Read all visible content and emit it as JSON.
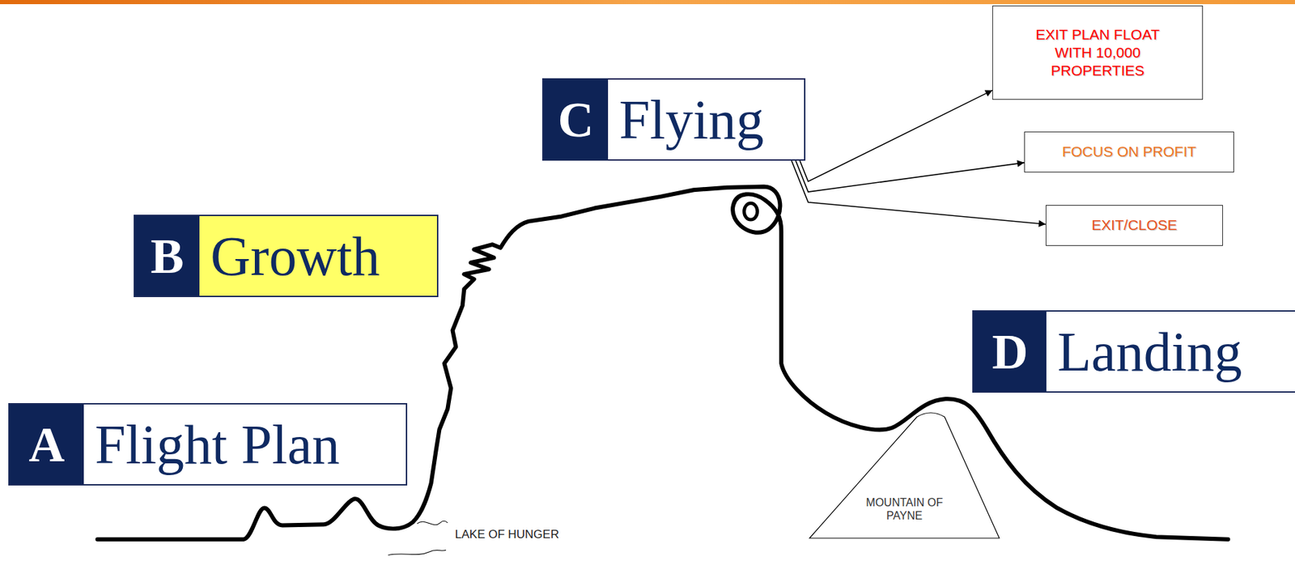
{
  "diagram": {
    "nodes": [
      {
        "text": [
          "A",
          "Flight Plan"
        ]
      },
      {
        "text": [
          "B",
          "Growth"
        ]
      },
      {
        "text": [
          "C",
          "Flying"
        ]
      },
      {
        "text": [
          "EXIT PLAN FLOAT WITH 10,000 PROPERTIES"
        ]
      },
      {
        "text": [
          "FOCUS ON PROFIT"
        ]
      },
      {
        "text": [
          "EXIT/CLOSE"
        ]
      },
      {
        "text": [
          "D",
          "Landing"
        ]
      },
      {
        "text": [
          "MOUNTAIN OF PAYNE"
        ]
      }
    ],
    "edges": [
      {
        "from": 2,
        "to": 3,
        "arrow": "to"
      },
      {
        "from": 2,
        "to": 4,
        "arrow": "to"
      },
      {
        "from": 2,
        "to": 5,
        "arrow": "to"
      }
    ],
    "labels": [
      "LAKE OF HUNGER"
    ]
  }
}
